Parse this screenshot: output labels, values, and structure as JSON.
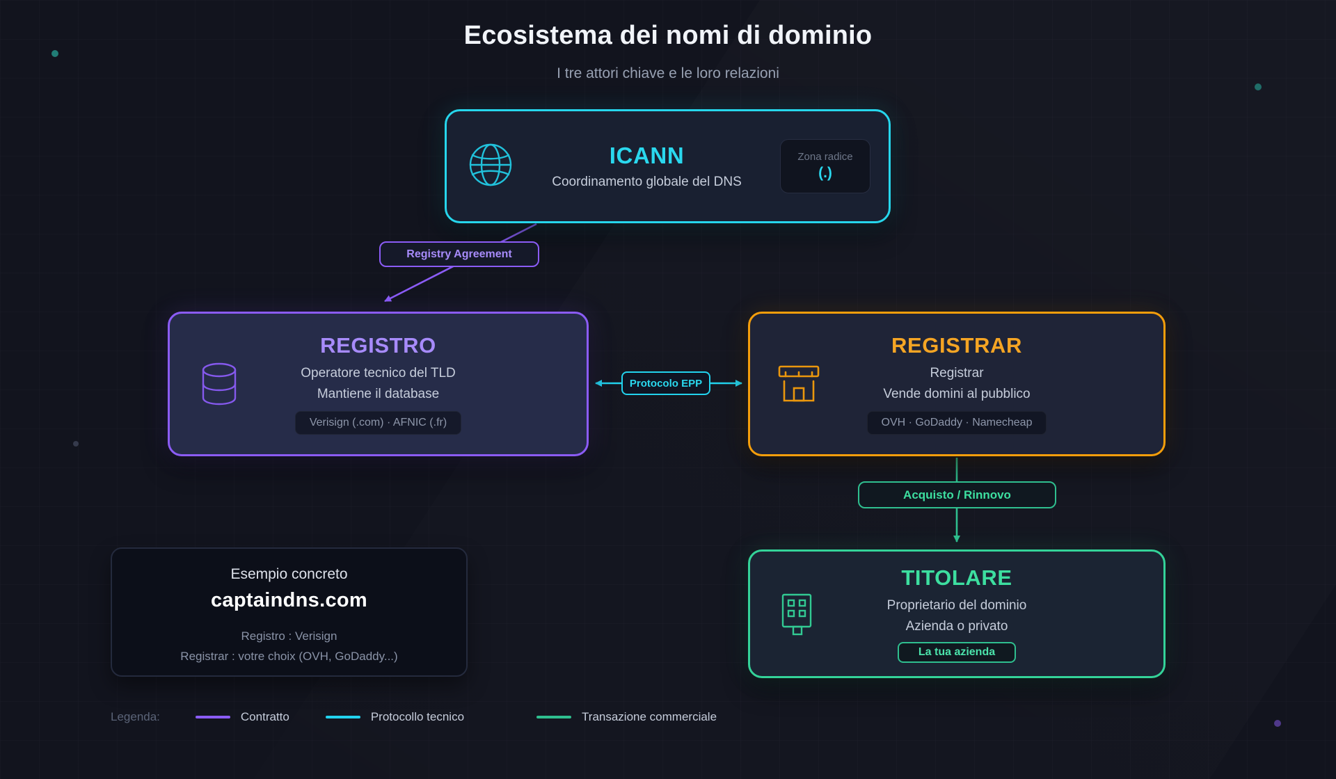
{
  "title": "Ecosistema dei nomi di dominio",
  "subtitle": "I tre attori chiave e le loro relazioni",
  "colors": {
    "background": "#12141e",
    "cyan": "#22d3ee",
    "purple": "#8b5cf6",
    "orange": "#f59e0b",
    "green": "#34d399"
  },
  "icann": {
    "name": "ICANN",
    "description": "Coordinamento globale del DNS",
    "badge_label": "Zona radice",
    "badge_value": "(.)"
  },
  "registro": {
    "name": "REGISTRO",
    "line1": "Operatore tecnico del TLD",
    "line2": "Mantiene il database",
    "pill": "Verisign (.com) · AFNIC (.fr)"
  },
  "registrar": {
    "name": "REGISTRAR",
    "line1": "Registrar",
    "line2": "Vende domini al pubblico",
    "pill": "OVH · GoDaddy · Namecheap"
  },
  "titolare": {
    "name": "TITOLARE",
    "line1": "Proprietario del dominio",
    "line2": "Azienda o privato",
    "pill": "La tua azienda"
  },
  "connections": {
    "registry_agreement": "Registry Agreement",
    "epp": "Protocolo EPP",
    "purchase": "Acquisto / Rinnovo"
  },
  "example": {
    "heading": "Esempio concreto",
    "domain": "captaindns.com",
    "line1": "Registro : Verisign",
    "line2": "Registrar : votre choix (OVH, GoDaddy...)"
  },
  "legend": {
    "label": "Legenda:",
    "items": [
      {
        "label": "Contratto",
        "color": "#8b5cf6"
      },
      {
        "label": "Protocollo tecnico",
        "color": "#22d3ee"
      },
      {
        "label": "Transazione commerciale",
        "color": "#2fbf8f"
      }
    ]
  }
}
